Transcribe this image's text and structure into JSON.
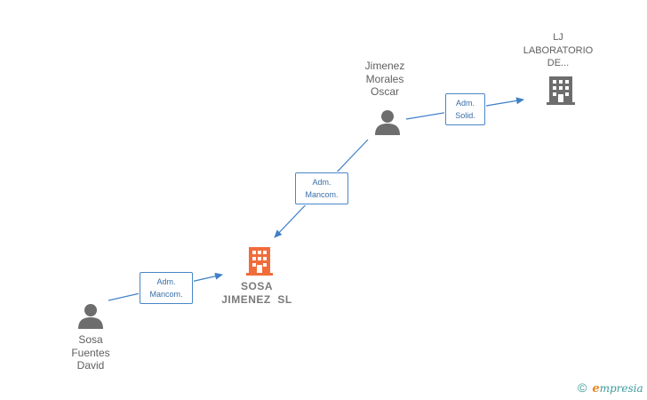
{
  "nodes": {
    "lj_laboratorio": {
      "lines": [
        "LJ",
        "LABORATORIO",
        "DE..."
      ],
      "type": "company",
      "color": "#6d6d6d"
    },
    "jimenez_morales": {
      "lines": [
        "Jimenez",
        "Morales",
        "Oscar"
      ],
      "type": "person",
      "color": "#6d6d6d"
    },
    "sosa_jimenez": {
      "lines": [
        "SOSA",
        "JIMENEZ  SL"
      ],
      "type": "company",
      "color": "#f26b3a"
    },
    "sosa_fuentes": {
      "lines": [
        "Sosa",
        "Fuentes",
        "David"
      ],
      "type": "person",
      "color": "#6d6d6d"
    }
  },
  "edges": {
    "jimenez_to_lj": {
      "lines": [
        "Adm.",
        "Solid."
      ]
    },
    "jimenez_to_sosa": {
      "lines": [
        "Adm.",
        "Mancom."
      ]
    },
    "fuentes_to_sosa": {
      "lines": [
        "Adm.",
        "Mancom."
      ]
    }
  },
  "colors": {
    "edge": "#3f7fc6",
    "edge_text": "#3a6ea8",
    "person_icon": "#6d6d6d",
    "main_company_icon": "#f26b3a"
  },
  "watermark": {
    "symbol": "©",
    "initial": "e",
    "brand": "mpresia"
  }
}
